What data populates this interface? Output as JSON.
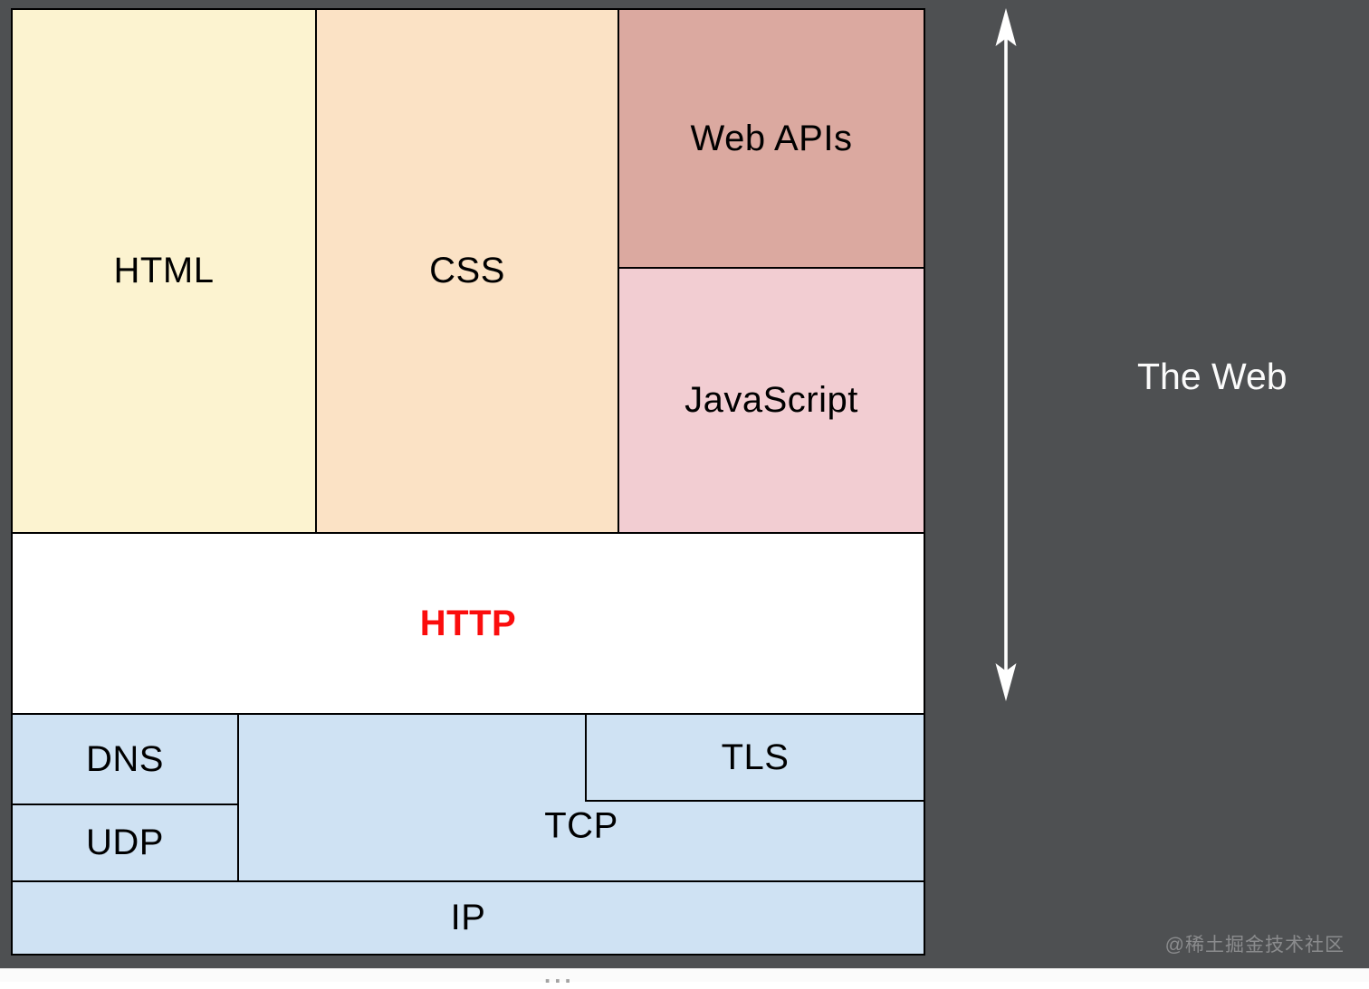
{
  "layers": {
    "html": {
      "label": "HTML",
      "color": "#FCF3D0"
    },
    "css": {
      "label": "CSS",
      "color": "#FBE2C5"
    },
    "web_apis": {
      "label": "Web APIs",
      "color": "#DBA9A0"
    },
    "javascript": {
      "label": "JavaScript",
      "color": "#F2CDD2"
    },
    "http": {
      "label": "HTTP",
      "color": "#FFFFFF",
      "text_color": "#FB0D0D"
    },
    "dns": {
      "label": "DNS",
      "color": "#CFE2F3"
    },
    "udp": {
      "label": "UDP",
      "color": "#CFE2F3"
    },
    "tcp": {
      "label": "TCP",
      "color": "#CFE2F3"
    },
    "tls": {
      "label": "TLS",
      "color": "#CFE2F3"
    },
    "ip": {
      "label": "IP",
      "color": "#CFE2F3"
    }
  },
  "annotation": {
    "label": "The Web",
    "text_color": "#FBFBFB",
    "arrow_color": "#FFFFFF"
  },
  "watermark": {
    "label": "@稀土掘金技术社区"
  },
  "page": {
    "background": "#4E5052",
    "overflow_indicator": "..."
  }
}
